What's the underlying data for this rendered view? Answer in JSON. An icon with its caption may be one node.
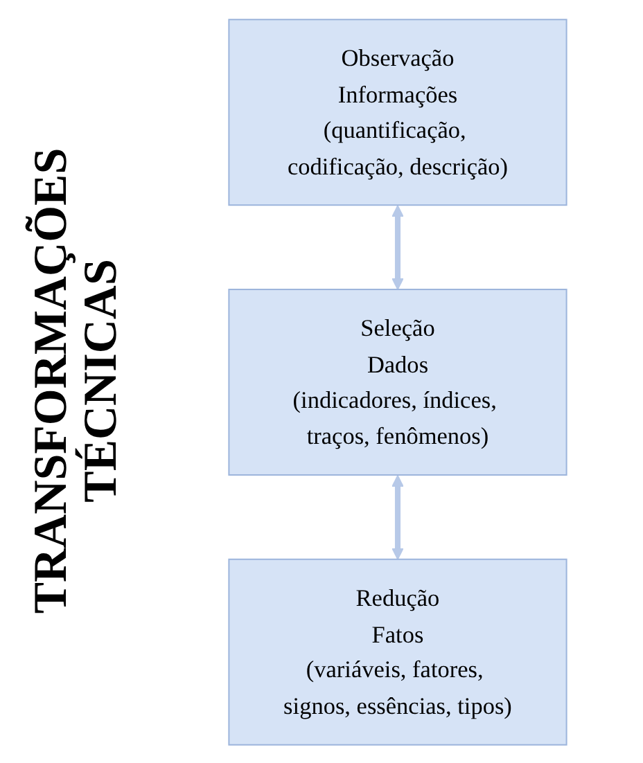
{
  "diagram": {
    "title": "TRANSFORMAÇÕES TÉCNICAS",
    "nodes": [
      {
        "text": [
          "Observação",
          "Informações",
          "(quantificação, codificação, descrição)"
        ]
      },
      {
        "text": [
          "Seleção",
          "Dados",
          "(indicadores, índices, traços, fenômenos)"
        ]
      },
      {
        "text": [
          "Redução",
          "Fatos",
          "(variáveis, fatores, signos, essências, tipos)"
        ]
      }
    ],
    "edges": [
      {
        "from": 0,
        "to": 1,
        "arrow": "both"
      },
      {
        "from": 1,
        "to": 2,
        "arrow": "both"
      }
    ]
  }
}
